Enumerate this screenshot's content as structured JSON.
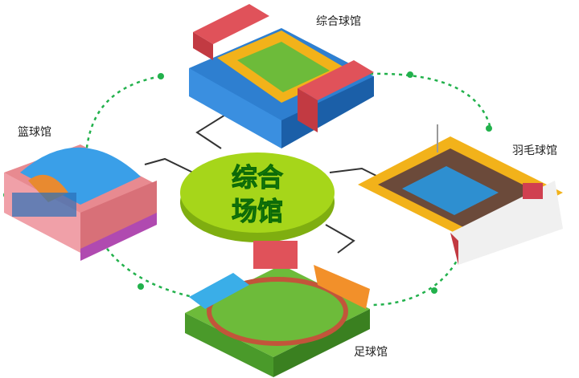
{
  "center": {
    "title_line1": "综合",
    "title_line2": "场馆"
  },
  "venues": {
    "top": {
      "label": "综合球馆"
    },
    "left": {
      "label": "篮球馆"
    },
    "right": {
      "label": "羽毛球馆"
    },
    "bottom": {
      "label": "足球馆"
    }
  },
  "colors": {
    "ring": "#22b14c",
    "disk": "#a6d61a",
    "disk_edge": "#7fae10",
    "text": "#1f9a12"
  }
}
